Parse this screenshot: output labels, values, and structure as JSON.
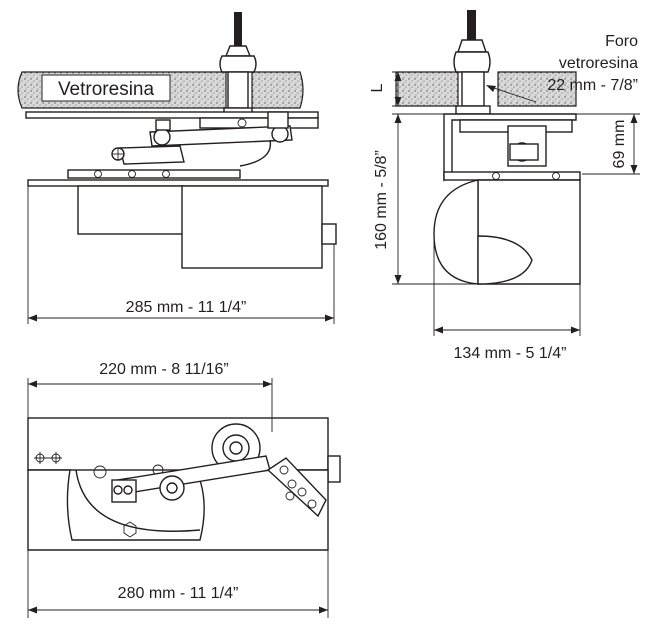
{
  "labels": {
    "fiberglass": "Vetroresina",
    "hole_title_line1": "Foro",
    "hole_title_line2": "vetroresina",
    "hole_size": "22 mm - 7/8”",
    "thickness_symbol": "L",
    "dim_69": "69 mm",
    "dim_160": "160 mm - 5/8”",
    "dim_285": "285 mm - 11 1/4”",
    "dim_134": "134 mm - 5 1/4”",
    "dim_220": "220 mm - 8 11/16”",
    "dim_280": "280 mm - 11 1/4”"
  },
  "colors": {
    "line": "#231f20",
    "background": "#ffffff",
    "fill_speckle": "#bdbdbd"
  }
}
